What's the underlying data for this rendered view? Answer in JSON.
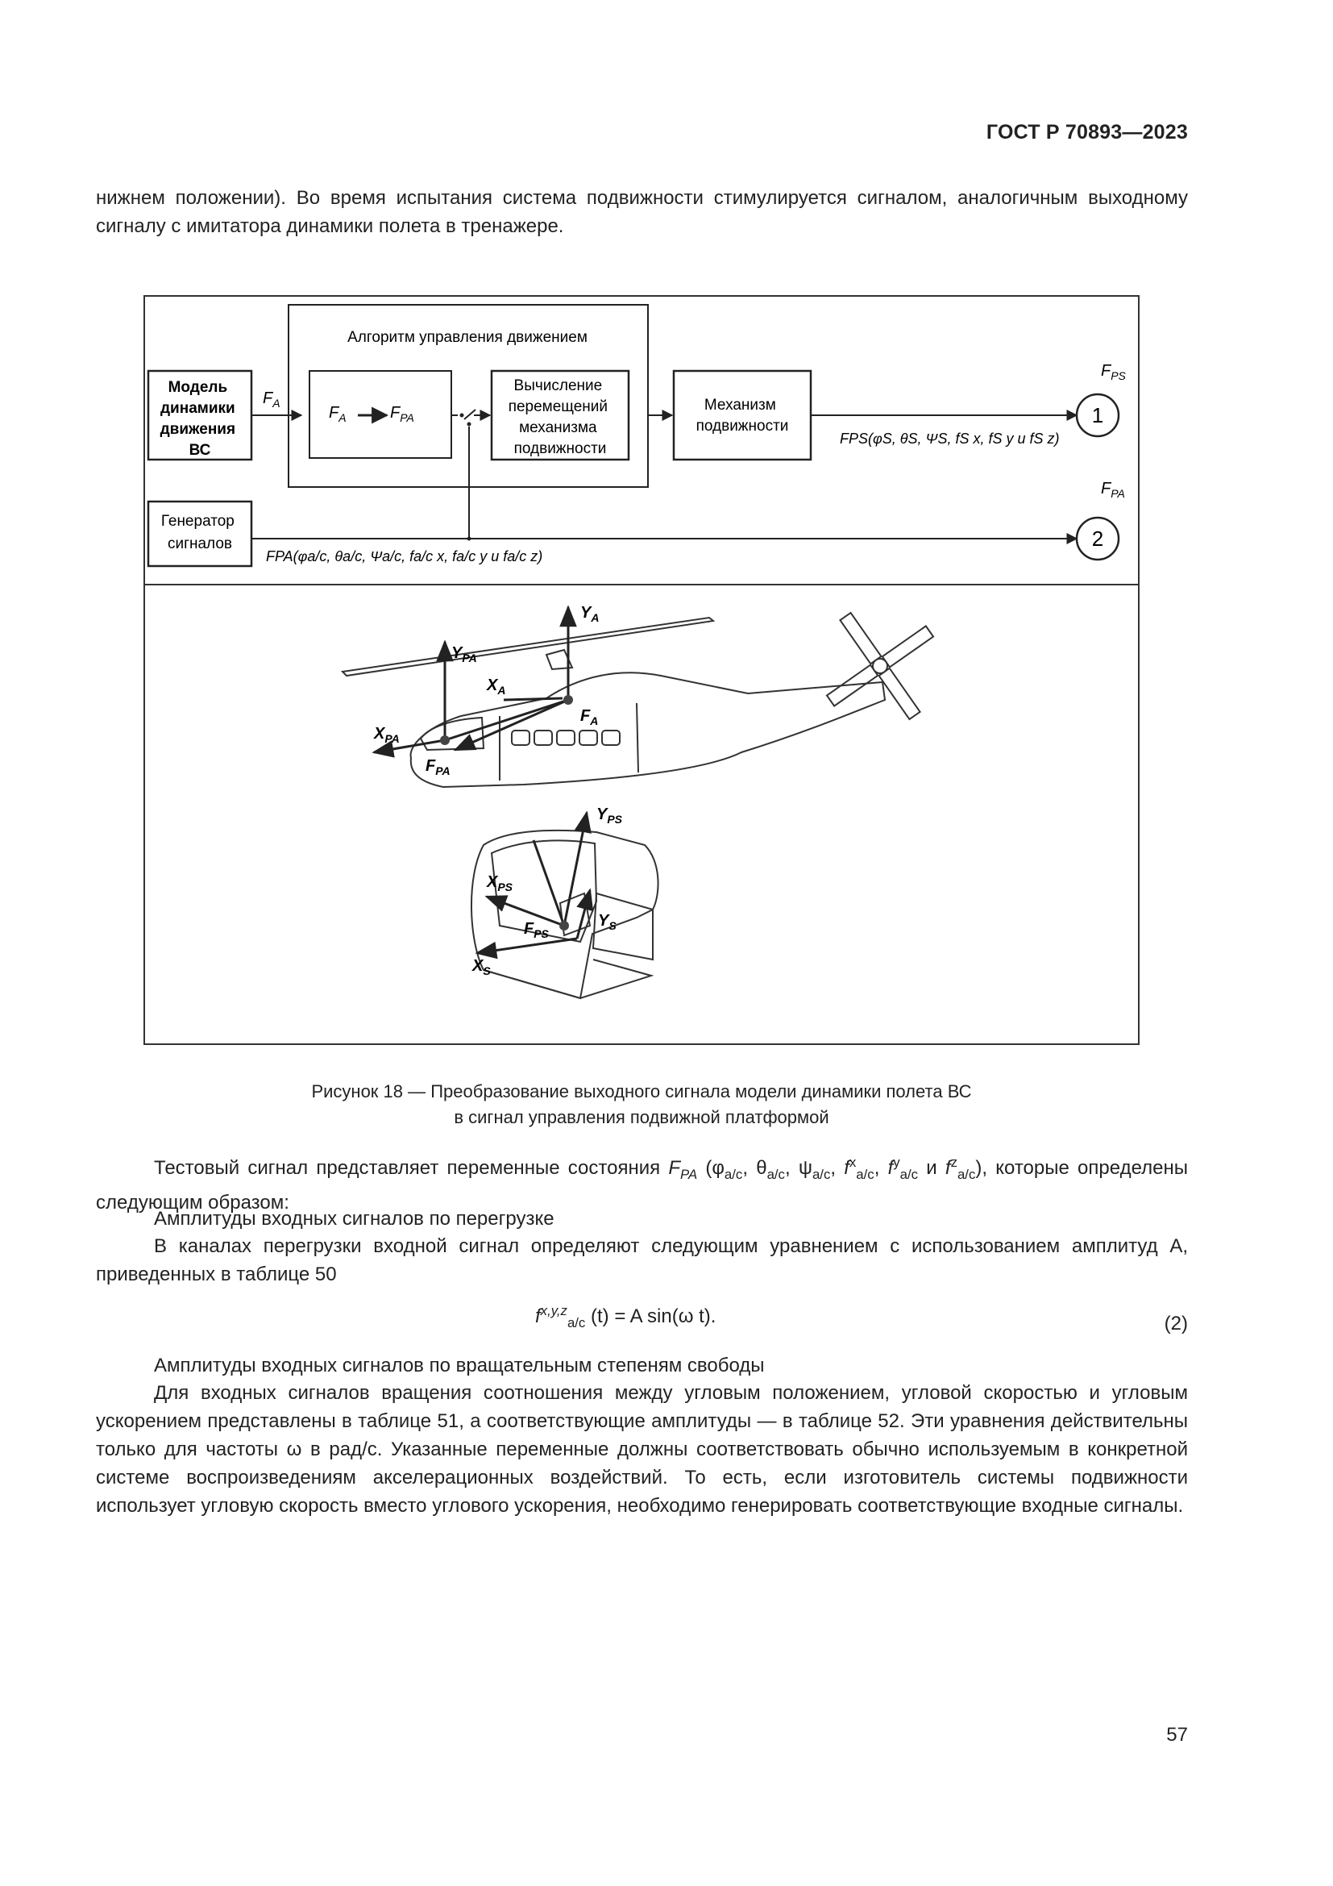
{
  "header": {
    "doc_code": "ГОСТ Р 70893—2023"
  },
  "intro_paragraph": "нижнем положении). Во время испытания система подвижности стимулируется сигналом, аналогичным выходному сигналу с имитатора динамики полета в тренажере.",
  "figure": {
    "algorithm_title": "Алгоритм управления движением",
    "block_model": [
      "Модель",
      "динамики",
      "движения",
      "ВС"
    ],
    "block_transform_left": "F",
    "block_transform_left_sub": "A",
    "block_transform_right": "F",
    "block_transform_right_sub": "PA",
    "block_calc": [
      "Вычисление",
      "перемещений",
      "механизма",
      "подвижности"
    ],
    "block_mechanism": [
      "Механизм",
      "подвижности"
    ],
    "block_generator": [
      "Генератор",
      "сигналов"
    ],
    "label_fa": "F",
    "label_fa_sub": "A",
    "label_fps": "F",
    "label_fps_sub": "PS",
    "label_fpa": "F",
    "label_fpa_sub": "PA",
    "output_1": "1",
    "output_2": "2",
    "fps_signal": "FPS(φS, θS, ΨS, fS x, fS y и fS z)",
    "fpa_signal": "FPA(φa/c, θa/c, Ψa/c, fa/c x, fa/c y и fa/c z)",
    "heli_labels": {
      "ya": "Y",
      "ya_sub": "A",
      "ypa": "Y",
      "ypa_sub": "PA",
      "xa": "X",
      "xa_sub": "A",
      "xpa": "X",
      "xpa_sub": "PA",
      "fa": "F",
      "fa_sub": "A",
      "fpa": "F",
      "fpa_sub": "PA"
    },
    "cab_labels": {
      "yps": "Y",
      "yps_sub": "PS",
      "xps": "X",
      "xps_sub": "PS",
      "fps": "F",
      "fps_sub": "PS",
      "ys": "Y",
      "ys_sub": "S",
      "xs": "X",
      "xs_sub": "S"
    }
  },
  "caption": {
    "line1": "Рисунок 18 — Преобразование выходного сигнала модели динамики полета ВС",
    "line2": "в сигнал управления подвижной платформой"
  },
  "body": {
    "p1_start": "Тестовый сигнал представляет переменные состояния ",
    "p1_end": ", которые определены следующим образом:",
    "p2": "Амплитуды входных сигналов по перегрузке",
    "p3": "В каналах перегрузки входной сигнал определяют следующим уравнением с использованием амплитуд А, приведенных в таблице 50",
    "p4": "Амплитуды входных сигналов по вращательным степеням свободы",
    "p5": "Для входных сигналов вращения соотношения между угловым положением, угловой скоростью и угловым ускорением представлены в таблице 51, а соответствующие амплитуды — в таблице 52. Эти уравнения действительны только для частоты ω в рад/с. Указанные переменные должны соответствовать обычно используемым в конкретной системе воспроизведениям акселерационных воздействий. То есть, если изготовитель системы подвижности использует угловую скорость вместо углового ускорения, необходимо генерировать соответствующие входные сигналы."
  },
  "equation": {
    "lhs": "f",
    "lhs_sup": "x,y,z",
    "lhs_sub": "a/c",
    "rhs": " (t) = A sin(ω t).",
    "number": "(2)"
  },
  "page_number": "57"
}
